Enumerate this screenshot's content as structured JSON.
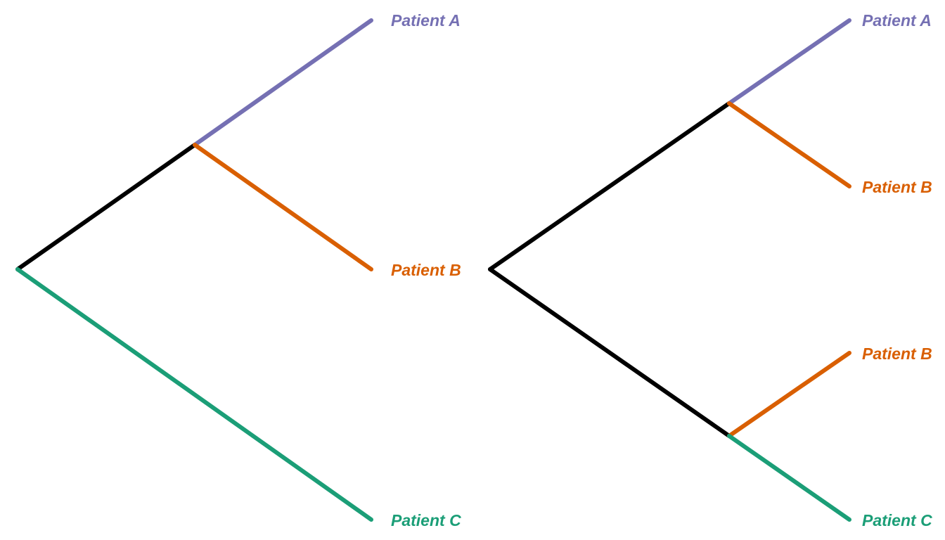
{
  "colors": {
    "patient_a": "#7570b3",
    "patient_b": "#d95f02",
    "patient_c": "#1b9e77",
    "trunk": "#000000"
  },
  "trees": [
    {
      "labels": [
        "Patient A",
        "Patient B",
        "Patient C"
      ]
    },
    {
      "labels": [
        "Patient A",
        "Patient B",
        "Patient B",
        "Patient C"
      ]
    }
  ]
}
